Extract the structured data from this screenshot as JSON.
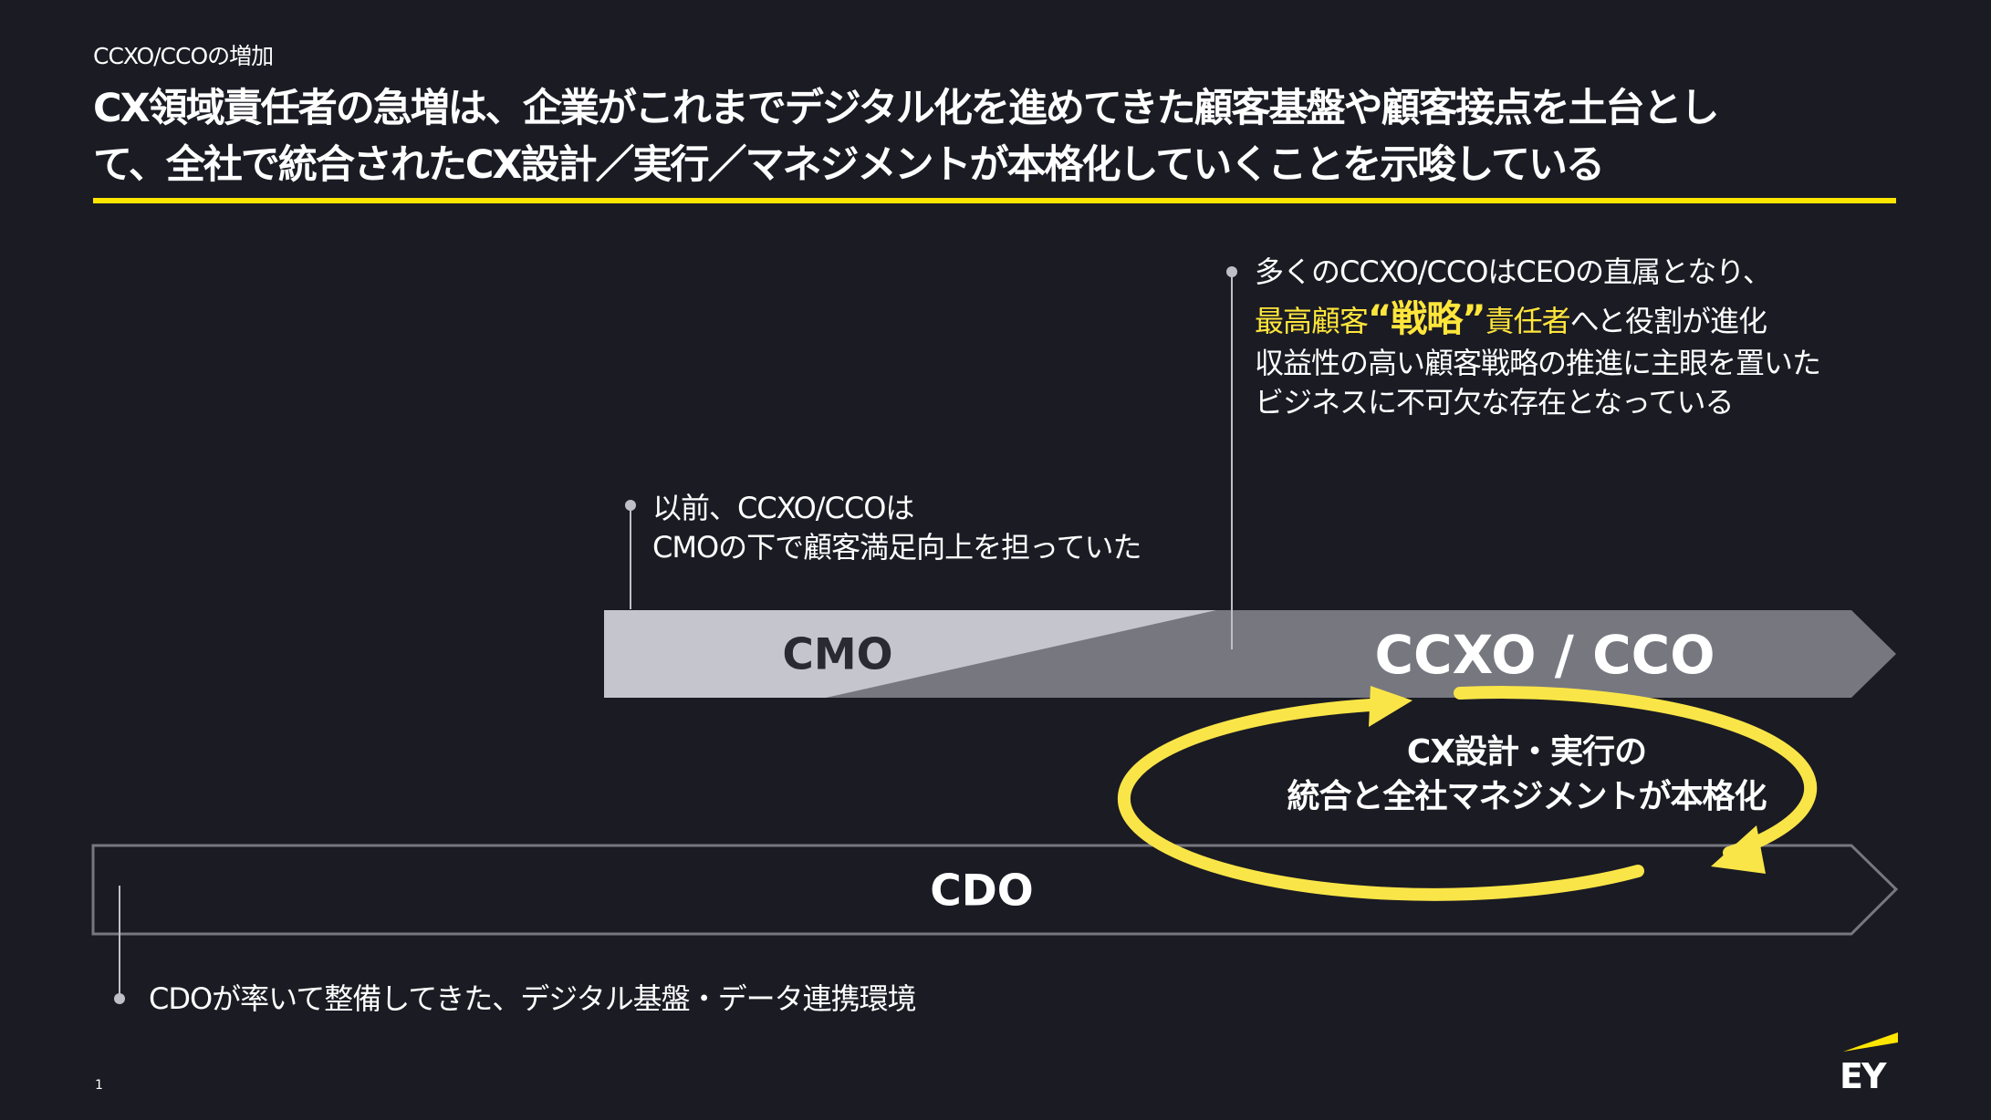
{
  "header": {
    "subtitle": "CCXO/CCOの増加",
    "title_line1": "CX領域責任者の急増は、企業がこれまでデジタル化を進めてきた顧客基盤や顧客接点を土台とし",
    "title_line2": "て、全社で統合されたCX設計／実行／マネジメントが本格化していくことを示唆している"
  },
  "callouts": {
    "ccxo_now": {
      "line1": "多くのCCXO/CCOはCEOの直属となり、",
      "line2_highlight_a": "最高顧客",
      "line2_highlight_b": "“戦略”",
      "line2_highlight_c": "責任者",
      "line2_rest": "へと役割が進化",
      "line3": "収益性の高い顧客戦略の推進に主眼を置いた",
      "line4": "ビジネスに不可欠な存在となっている"
    },
    "ccxo_before": {
      "line1": "以前、CCXO/CCOは",
      "line2": "CMOの下で顧客満足向上を担っていた"
    },
    "cdo": {
      "text": "CDOが率いて整備してきた、デジタル基盤・データ連携環境"
    }
  },
  "bars": {
    "cmo": "CMO",
    "ccxo": "CCXO / CCO",
    "cdo": "CDO"
  },
  "cycle": {
    "line1": "CX設計・実行の",
    "line2": "統合と全社マネジメントが本格化"
  },
  "footer": {
    "page_number": "1",
    "logo": "EY"
  },
  "colors": {
    "accent": "#ffe600",
    "bar_light": "#c5c6cd",
    "bar_dark": "#777780",
    "background": "#1b1b24"
  }
}
